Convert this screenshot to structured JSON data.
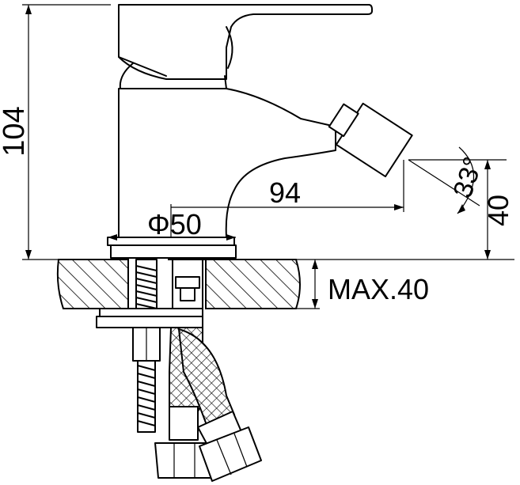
{
  "diagram": {
    "dimensions": {
      "height": "104",
      "base_diameter": "Φ50",
      "reach": "94",
      "angle": "33°",
      "spout_height": "40",
      "max_thickness": "MAX.40"
    }
  }
}
